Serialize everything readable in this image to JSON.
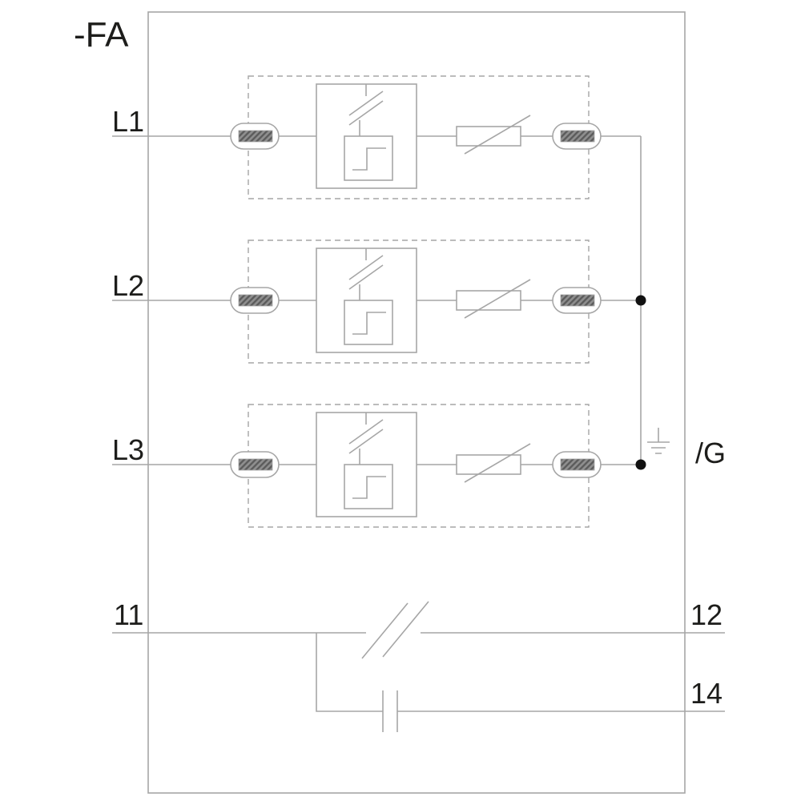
{
  "diagram": {
    "device_label": "-FA",
    "terminals": {
      "l1": "L1",
      "l2": "L2",
      "l3": "L3",
      "ground": "/G",
      "aux_common": "11",
      "aux_nc": "12",
      "aux_no": "14"
    },
    "colors": {
      "line": "#a6a6a6",
      "text": "#1d1d1b",
      "dot": "#111111",
      "hatch_dark": "#5c5c5c",
      "hatch_light": "#8f8f8f",
      "background": "#ffffff"
    }
  }
}
